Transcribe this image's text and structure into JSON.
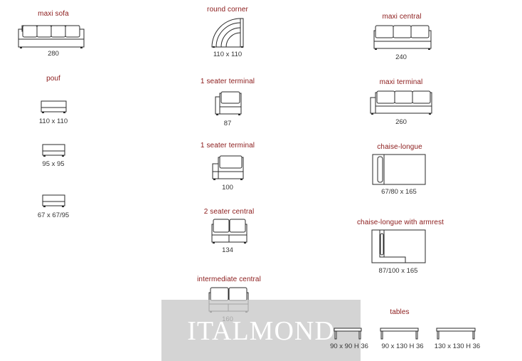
{
  "catalog": {
    "items": [
      {
        "title": "maxi sofa",
        "dimension": "280"
      },
      {
        "title": "pouf",
        "dimension": "110 x 110"
      },
      {
        "title": "",
        "dimension": "95 x 95"
      },
      {
        "title": "",
        "dimension": "67 x 67/95"
      },
      {
        "title": "round corner",
        "dimension": "110 x 110"
      },
      {
        "title": "1 seater terminal",
        "dimension": "87"
      },
      {
        "title": "1 seater terminal",
        "dimension": "100"
      },
      {
        "title": "2 seater central",
        "dimension": "134"
      },
      {
        "title": "intermediate central",
        "dimension": "160"
      },
      {
        "title": "maxi central",
        "dimension": "240"
      },
      {
        "title": "maxi terminal",
        "dimension": "260"
      },
      {
        "title": "chaise-longue",
        "dimension": "67/80 x 165"
      },
      {
        "title": "chaise-longue with armrest",
        "dimension": "87/100 x 165"
      }
    ],
    "tables": {
      "title": "tables",
      "sizes": [
        "90 x 90 H 36",
        "90 x 130 H 36",
        "130 x 130 H 36"
      ]
    }
  },
  "watermark": {
    "text": "ITALMOND"
  },
  "colors": {
    "title": "#8b1a1a",
    "dimension": "#333333",
    "line": "#2a2a2a",
    "watermark_bg": "#c8c8c8"
  }
}
